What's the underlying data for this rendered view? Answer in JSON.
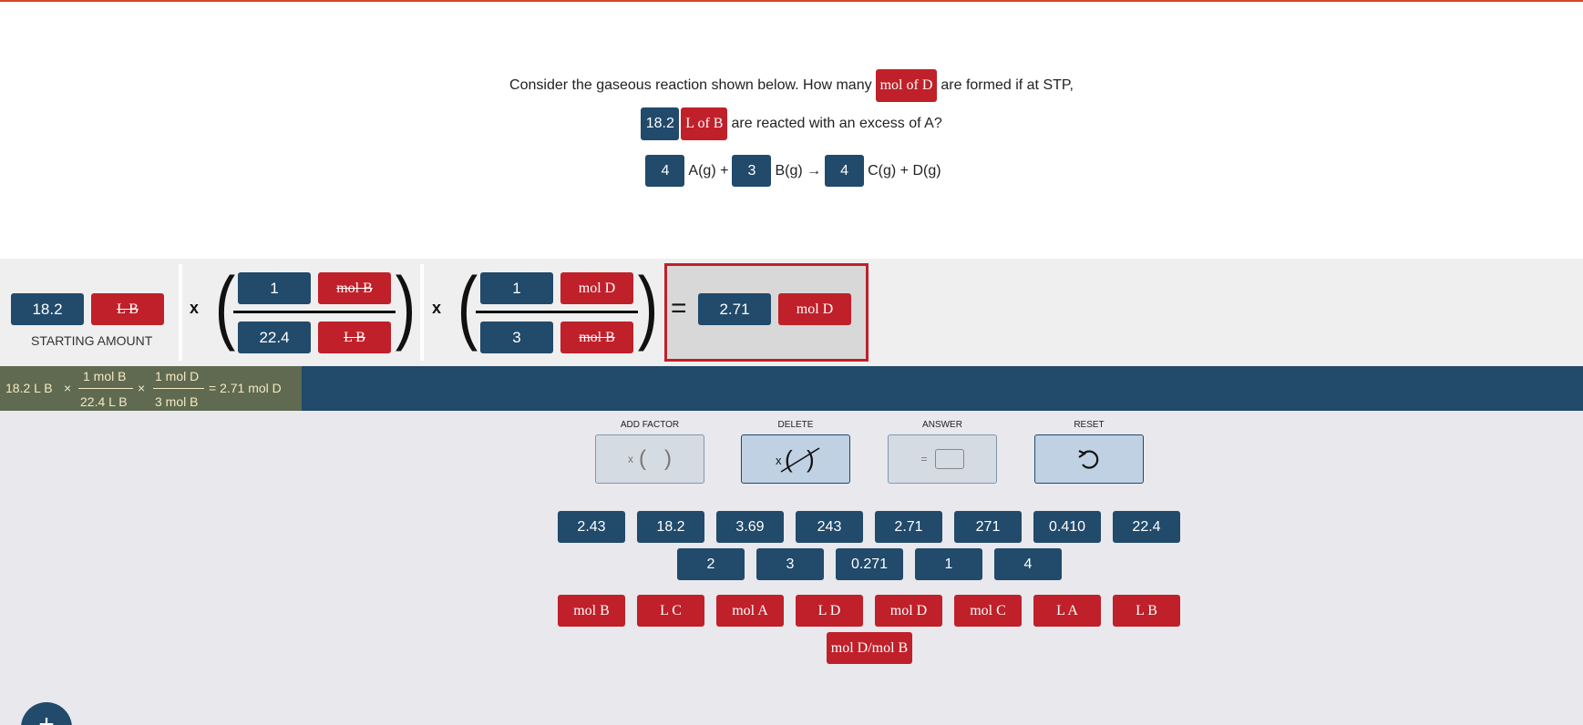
{
  "question": {
    "line1_pre": "Consider the gaseous reaction shown below. How many",
    "target_unit": "mol of D",
    "line1_post": "are formed if at STP,",
    "given_amount": "18.2",
    "given_unit": "L of B",
    "line2_post": "are reacted with an excess of A?",
    "coef_a": "4",
    "species_a": "A(g) +",
    "coef_b": "3",
    "species_b": "B(g) →",
    "coef_c": "4",
    "species_cd": "C(g) + D(g)"
  },
  "workspace": {
    "start_value": "18.2",
    "start_unit": "L B",
    "start_caption": "STARTING AMOUNT",
    "times": "x",
    "factor1": {
      "num_value": "1",
      "num_unit": "mol B",
      "den_value": "22.4",
      "den_unit": "L B"
    },
    "factor2": {
      "num_value": "1",
      "num_unit": "mol D",
      "den_value": "3",
      "den_unit": "mol B"
    },
    "equals": "=",
    "answer_value": "2.71",
    "answer_unit": "mol D"
  },
  "summary": {
    "start": "18.2 L B",
    "times": "×",
    "f1_num": "1 mol B",
    "f1_den": "22.4 L B",
    "f2_num": "1 mol D",
    "f2_den": "3 mol B",
    "result": "= 2.71 mol D"
  },
  "tools": {
    "add_factor": "ADD FACTOR",
    "delete": "DELETE",
    "answer": "ANSWER",
    "reset": "RESET",
    "add_glyph": "x",
    "delete_glyph": "x",
    "answer_glyph": "="
  },
  "number_tiles": [
    "2.43",
    "18.2",
    "3.69",
    "243",
    "2.71",
    "271",
    "0.410",
    "22.4",
    "2",
    "3",
    "0.271",
    "1",
    "4"
  ],
  "unit_tiles": [
    "mol B",
    "L C",
    "mol A",
    "L D",
    "mol D",
    "mol C",
    "L A",
    "L B",
    "mol D/mol B"
  ],
  "fab": {
    "label": "+"
  }
}
